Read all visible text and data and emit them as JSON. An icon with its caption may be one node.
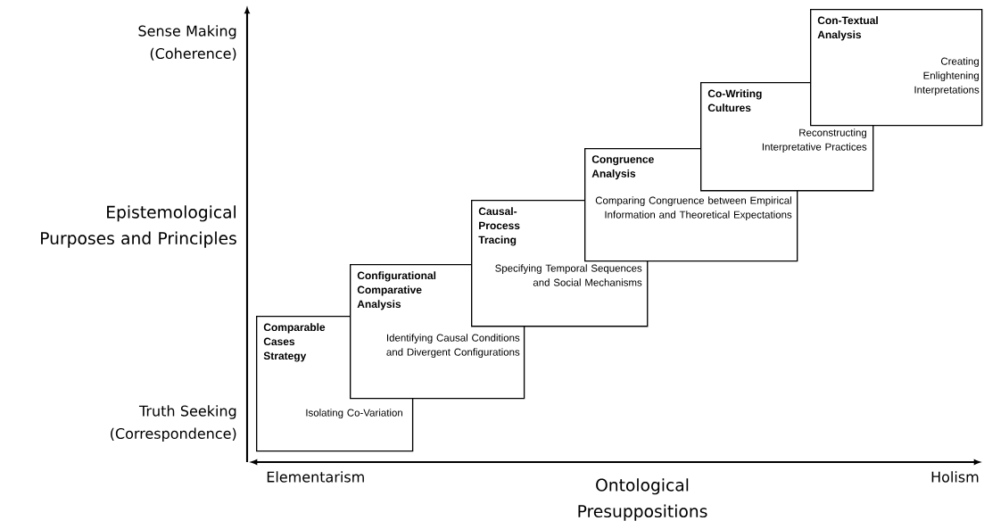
{
  "diagram": {
    "nodes": [
      {
        "text": [
          "Comparable Cases Strategy",
          "Isolating Co-Variation"
        ]
      },
      {
        "text": [
          "Configurational Comparative Analysis",
          "Identifying Causal Conditions and Divergent Configurations"
        ]
      },
      {
        "text": [
          "Causal-Process Tracing",
          "Specifying Temporal Sequences and Social Mechanisms"
        ]
      },
      {
        "text": [
          "Congruence Analysis",
          "Comparing Congruence between Empirical Information and Theoretical Expectations"
        ]
      },
      {
        "text": [
          "Co-Writing Cultures",
          "Reconstructing Interpretative Practices"
        ]
      },
      {
        "text": [
          "Con-Textual Analysis",
          "Creating Enlightening Interpretations"
        ]
      }
    ],
    "labels": [
      "Sense Making (Coherence)",
      "Epistemological Purposes and Principles",
      "Truth Seeking (Correspondence)",
      "Elementarism",
      "Ontological Presuppositions",
      "Holism"
    ]
  }
}
